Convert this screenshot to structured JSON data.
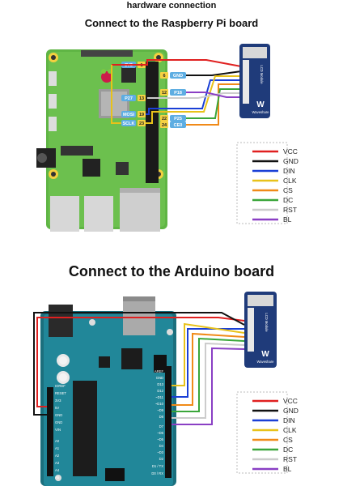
{
  "titles": {
    "top": "hardware connection",
    "rpi": "Connect to the Raspberry Pi board",
    "arduino": "Connect to the Arduino board"
  },
  "rpi_pins": [
    "3V3",
    "GND",
    "P18",
    "P27",
    "MOSI",
    "SCLK",
    "P25",
    "CE0"
  ],
  "rpi_pin_numbers": [
    "1",
    "6",
    "12",
    "13",
    "19",
    "23",
    "22",
    "24"
  ],
  "legend": [
    {
      "label": "VCC",
      "color": "#e02020"
    },
    {
      "label": "GND",
      "color": "#111111"
    },
    {
      "label": "DIN",
      "color": "#1a3fd6"
    },
    {
      "label": "CLK",
      "color": "#e8c21a"
    },
    {
      "label": "CS",
      "color": "#f08a18"
    },
    {
      "label": "DC",
      "color": "#3aa63a"
    },
    {
      "label": "RST",
      "color": "#cccccc"
    },
    {
      "label": "BL",
      "color": "#8a3fc4"
    }
  ],
  "legend2": [
    {
      "label": "VCC"
    },
    {
      "label": "GND"
    },
    {
      "label": "DIN"
    },
    {
      "label": "CLK"
    },
    {
      "label": "CS"
    },
    {
      "label": "DC"
    },
    {
      "label": "RST"
    },
    {
      "label": "BL"
    }
  ],
  "arduino_left_pins": [
    "IOREF",
    "RESET",
    "3V3",
    "5V",
    "GND",
    "GND",
    "VIN",
    "A0",
    "A1",
    "A2",
    "A3",
    "A4",
    "A5"
  ],
  "arduino_right_pins": [
    "AREF",
    "GND",
    "D13",
    "D12",
    "~D11",
    "~D10",
    "~D9",
    "D8",
    "D7",
    "~D6",
    "~D5",
    "D4",
    "~D3",
    "D2",
    "D1 / TX",
    "D0 / RX"
  ],
  "module_label": "LCD Module",
  "brand": "Waveshare"
}
